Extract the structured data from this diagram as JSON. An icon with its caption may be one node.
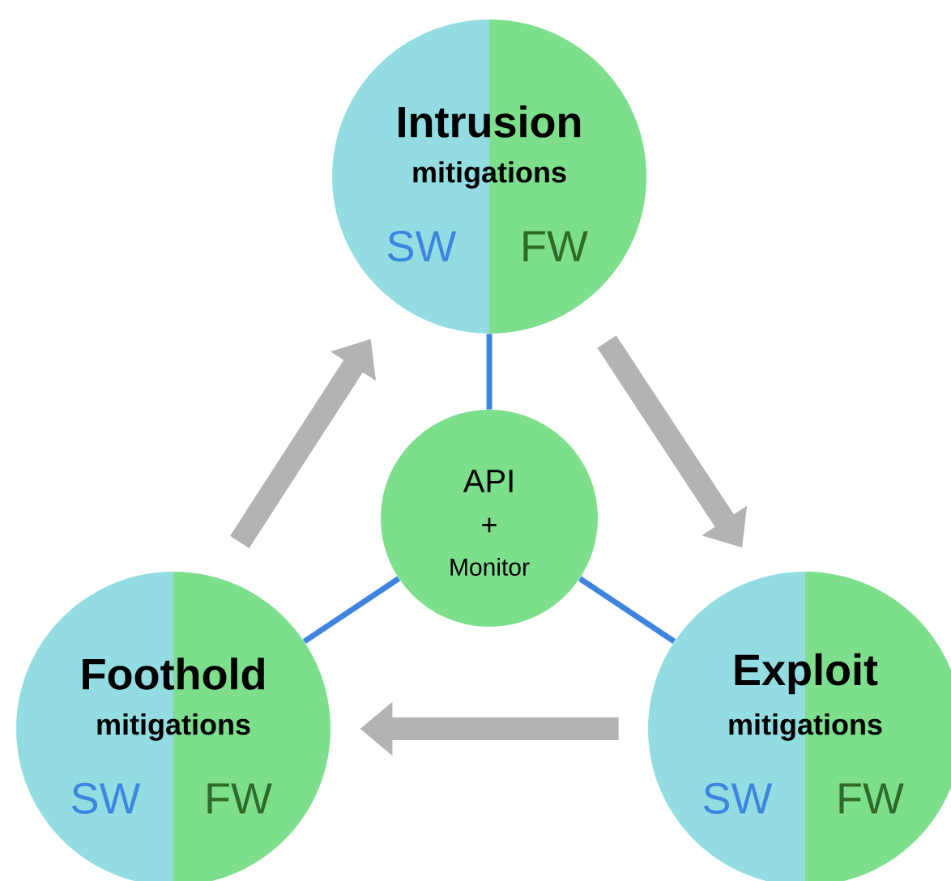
{
  "diagram": {
    "nodes": [
      {
        "text": [
          "Intrusion",
          "mitigations",
          "SW",
          "FW"
        ]
      },
      {
        "text": [
          "API",
          "+",
          "Monitor"
        ]
      },
      {
        "text": [
          "Foothold",
          "mitigations",
          "SW",
          "FW"
        ]
      },
      {
        "text": [
          "Exploit",
          "mitigations",
          "SW",
          "FW"
        ]
      }
    ],
    "edges": [
      {
        "from": 2,
        "to": 0,
        "arrow": "to",
        "style": "thick",
        "color": "#b3b3b3"
      },
      {
        "from": 0,
        "to": 3,
        "arrow": "to",
        "style": "thick",
        "color": "#b3b3b3"
      },
      {
        "from": 3,
        "to": 2,
        "arrow": "to",
        "style": "thick",
        "color": "#b3b3b3"
      },
      {
        "from": 1,
        "to": 0,
        "arrow": "none",
        "color": "#3d85e0"
      },
      {
        "from": 1,
        "to": 2,
        "arrow": "none",
        "color": "#3d85e0"
      },
      {
        "from": 1,
        "to": 3,
        "arrow": "none",
        "color": "#3d85e0"
      }
    ]
  }
}
